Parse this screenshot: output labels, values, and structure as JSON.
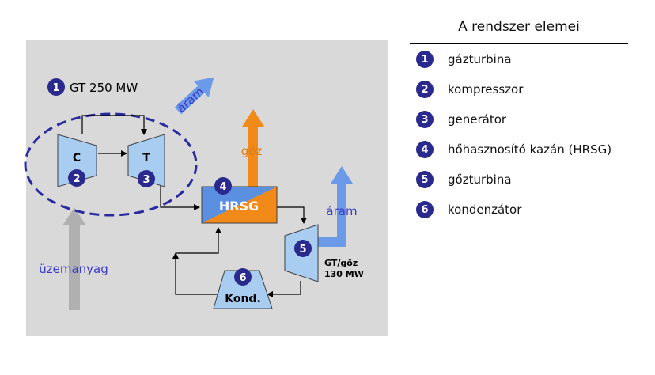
{
  "diagram": {
    "unit_label": "GT 250 MW",
    "unit_number": "1",
    "compressor_letter": "C",
    "compressor_number": "2",
    "turbine_letter": "T",
    "turbine_number": "3",
    "hrsg_label": "HRSG",
    "hrsg_number": "4",
    "steam_turbine_number": "5",
    "steam_turbine_caption_1": "GT/gőz",
    "steam_turbine_caption_2": "130 MW",
    "condenser_label": "Kond.",
    "condenser_number": "6",
    "power_label_1": "áram",
    "steam_label": "gőz",
    "power_label_2": "áram",
    "fuel_label": "üzemanyag"
  },
  "legend": {
    "title": "A rendszer elemei",
    "items": [
      {
        "num": "1",
        "label": "gázturbina"
      },
      {
        "num": "2",
        "label": "kompresszor"
      },
      {
        "num": "3",
        "label": "generátor"
      },
      {
        "num": "4",
        "label": "hőhasznosító kazán (HRSG)"
      },
      {
        "num": "5",
        "label": "gőzturbina"
      },
      {
        "num": "6",
        "label": "kondenzátor"
      }
    ]
  },
  "colors": {
    "panel": "#d9d9d9",
    "component_fill": "#a9cdf0",
    "badge": "#2a2a8e",
    "dashed_outline": "#2a2aa0",
    "power_arrow": "#6a9ae8",
    "steam_arrow": "#f28a1a",
    "fuel_arrow": "#b0b0b0",
    "label_blue": "#3a3ac8",
    "label_orange": "#e07a10"
  }
}
